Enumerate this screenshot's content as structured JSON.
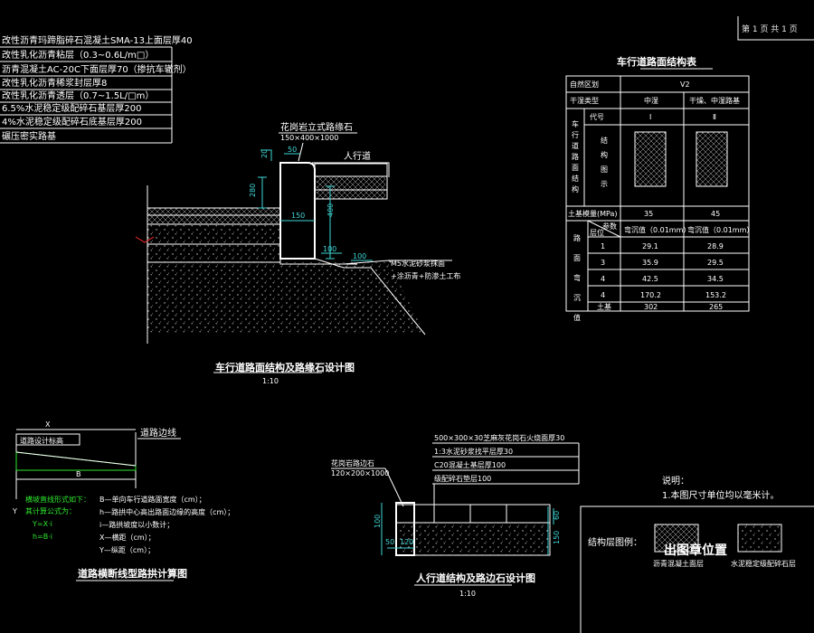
{
  "page_box": {
    "text": "第 1 页 共 1 页"
  },
  "layers_list": [
    "改性沥青玛蹄脂碎石混凝土SMA-13上面层厚40",
    "改性乳化沥青粘层（0.3~0.6L/m□）",
    "沥青混凝土AC-20C下面层厚70（掺抗车辙剂）",
    "改性乳化沥青稀浆封层厚8",
    "改性乳化沥青透层（0.7~1.5L/□m）",
    "6.5%水泥稳定级配碎石基层厚200",
    "4%水泥稳定级配碎石底基层厚200",
    "碾压密实路基"
  ],
  "curb_detail": {
    "curb_label": "花岗岩立式路缘石",
    "curb_size": "150×400×1000",
    "sidewalk_label": "人行道",
    "mortar_label": "M5水泥砂浆抹面",
    "waterproof_label": "+涂沥青+防渗土工布",
    "dims": {
      "d20": "20",
      "d50": "50",
      "d280": "280",
      "d150": "150",
      "d400": "400",
      "d100a": "100",
      "d100b": "100"
    },
    "title": "车行道路面结构及路缘石设计图",
    "scale": "1:10"
  },
  "table": {
    "title": "车行道路面结构表",
    "rows": {
      "zone_label": "自然区划",
      "zone_value": "Ⅴ2",
      "wet_label": "干湿类型",
      "wet_mid": "中湿",
      "wet_dry": "干燥、中湿路基",
      "vert_label": "车行道路面结构",
      "code_label": "代号",
      "code_1": "Ⅰ",
      "code_2": "Ⅱ",
      "struct_label": "结构图示",
      "modulus_label": "土基模量(MPa)",
      "modulus_1": "35",
      "modulus_2": "45",
      "defl_vert": "弯沉值",
      "layer_head": "层位",
      "defl_head": "参数",
      "defl_col_1": "弯沉值（0.01mm）",
      "defl_col_2": "弯沉值（0.01mm）"
    },
    "deflection": [
      {
        "layer": "1",
        "v1": "29.1",
        "v2": "28.9"
      },
      {
        "layer": "3",
        "v1": "35.9",
        "v2": "29.5"
      },
      {
        "layer": "4",
        "v1": "42.5",
        "v2": "34.5"
      },
      {
        "layer": "4",
        "v1": "170.2",
        "v2": "153.2"
      },
      {
        "layer": "土基",
        "v1": "302",
        "v2": "265"
      }
    ]
  },
  "slope_diagram": {
    "x_label": "X",
    "center_label": "道路设计标高",
    "edge_label": "道路边线",
    "b_label": "B",
    "y_label": "Y",
    "formula_title_1": "横坡直线形式如下：",
    "formula_title_2": "其计算公式为：",
    "eq1": "Y=X·i",
    "eq2": "h=B·i",
    "legend": [
      "B—单向车行道路面宽度（cm）；",
      "h—路拱中心高出路面边缘的高度（cm）；",
      "i—路拱坡度以小数计；",
      "X—横距（cm）；",
      "Y—纵距（cm）；"
    ],
    "title": "道路横断线型路拱计算图"
  },
  "sidewalk_detail": {
    "layers": [
      "500×300×30芝麻灰花岗石火烧面厚30",
      "1:3水泥砂浆找平层厚30",
      "C20混凝土基层厚100",
      "级配碎石垫层100"
    ],
    "curb_label": "花岗岩路边石",
    "curb_size": "120×200×1000",
    "dims": {
      "d50": "50",
      "d120": "120",
      "d150": "150",
      "d100": "100",
      "d60": "60"
    },
    "title": "人行道结构及路边石设计图",
    "scale": "1:10"
  },
  "notes": {
    "title": "说明：",
    "line1": "1.本图尺寸单位均以毫米计。"
  },
  "legend_box": {
    "label": "结构层图例：",
    "stamp": "出图章位置",
    "asphalt": "沥青混凝土面层",
    "cement": "水泥稳定级配碎石层"
  }
}
